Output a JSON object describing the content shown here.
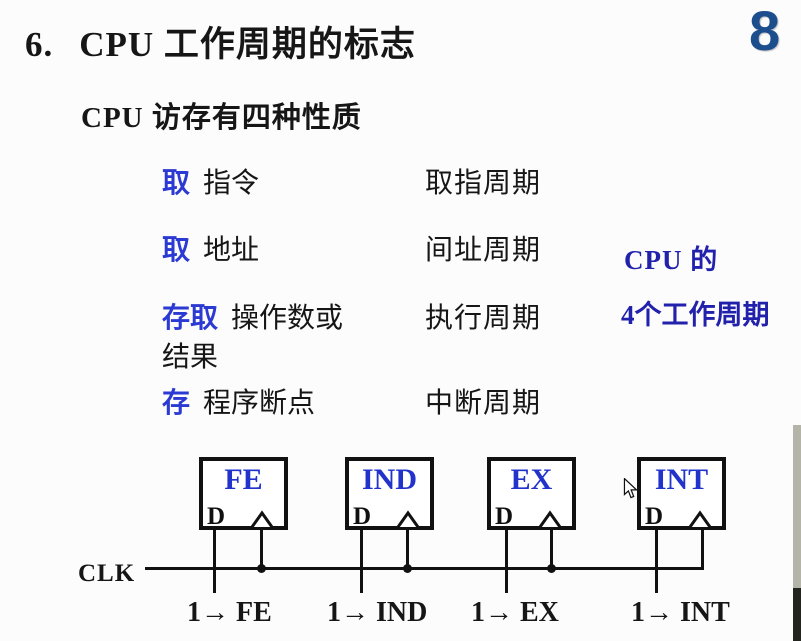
{
  "slide": {
    "page_number": "8",
    "title_number": "6.",
    "title": "CPU 工作周期的标志",
    "subtitle": "CPU 访存有四种性质"
  },
  "access_types": {
    "rows": [
      {
        "keyword": "取",
        "object": "指令",
        "cycle": "取指周期"
      },
      {
        "keyword": "取",
        "object": "地址",
        "cycle": "间址周期"
      },
      {
        "keyword": "存取",
        "object": "操作数或",
        "object_line2": "结果",
        "cycle": "执行周期"
      },
      {
        "keyword": "存",
        "object": "程序断点",
        "cycle": "中断周期"
      }
    ],
    "annotation_line1": "CPU 的",
    "annotation_line2": "4个工作周期"
  },
  "diagram": {
    "clk_label": "CLK",
    "flipflops": [
      {
        "name": "FE",
        "d_label": "D",
        "set_label": "1→ FE"
      },
      {
        "name": "IND",
        "d_label": "D",
        "set_label": "1→ IND"
      },
      {
        "name": "EX",
        "d_label": "D",
        "set_label": "1→ EX"
      },
      {
        "name": "INT",
        "d_label": "D",
        "set_label": "1→ INT"
      }
    ]
  },
  "colors": {
    "keyword_blue": "#2b3ad2",
    "annotation_blue": "#2121ac",
    "page_number_blue": "#1c4e8e",
    "diagram_label_blue": "#2233cc",
    "text_black": "#161616",
    "line_black": "#111111"
  }
}
